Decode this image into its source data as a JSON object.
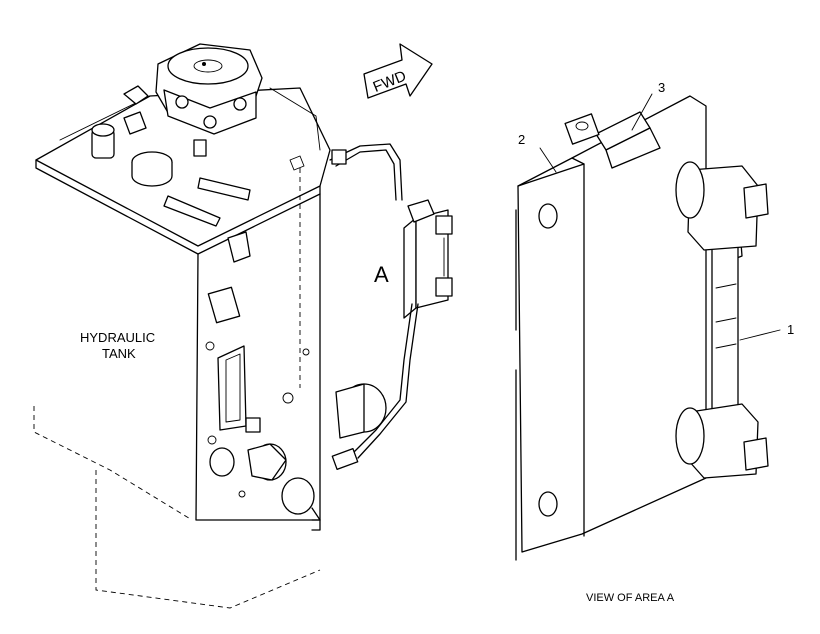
{
  "diagram": {
    "labels": {
      "hydraulic_tank_line1": "HYDRAULIC",
      "hydraulic_tank_line2": "TANK",
      "fwd": "FWD",
      "area_callout": "A",
      "view_caption": "VIEW OF AREA A",
      "callout_1": "1",
      "callout_2": "2",
      "callout_3": "3"
    }
  }
}
